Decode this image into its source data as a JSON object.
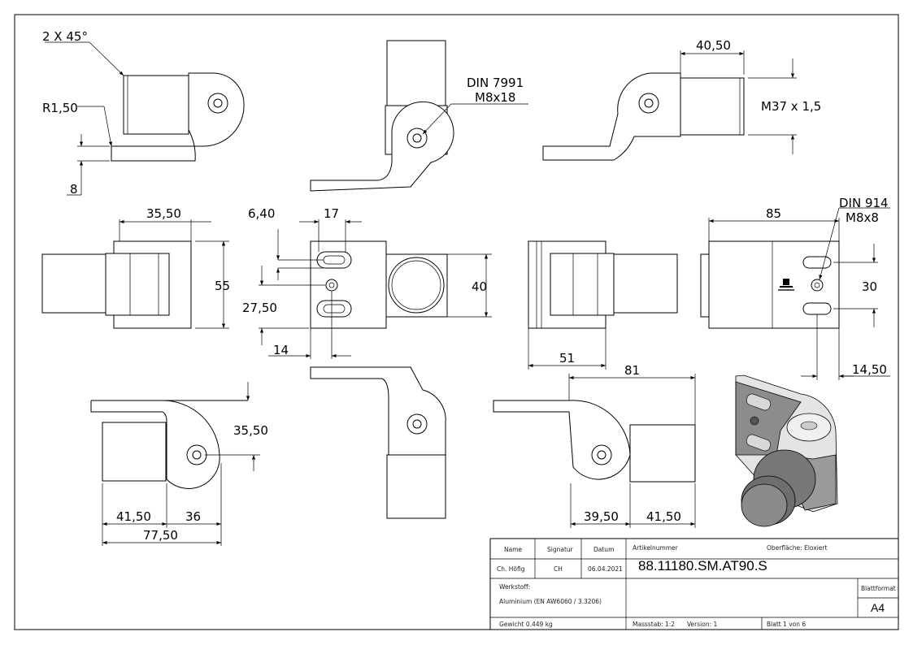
{
  "dimensions": {
    "chamfer": "2 X 45°",
    "radius": "R1,50",
    "plate_thickness": "8",
    "screw_standard": "DIN 7991",
    "screw_size": "M8x18",
    "tube_length": "40,50",
    "thread": "M37 x 1,5",
    "front_offset": "35,50",
    "front_height": "55",
    "slot_width": "6,40",
    "slot_spacing": "17",
    "tube_width": "40",
    "hole_height": "27,50",
    "hole_offset": "14",
    "side_length": "85",
    "grub_standard": "DIN 914",
    "grub_size": "M8x8",
    "slot_distance": "30",
    "side_depth": "51",
    "slot_offset": "14,50",
    "overall_length": "81",
    "bottom_offset": "35,50",
    "bottom_a": "41,50",
    "bottom_b": "36",
    "bottom_total": "77,50",
    "right_a": "39,50",
    "right_b": "41,50"
  },
  "title_block": {
    "name_label": "Name",
    "signature_label": "Signatur",
    "date_label": "Datum",
    "name": "Ch. Höfig",
    "signature": "CH",
    "date": "06.04.2021",
    "article_label": "Artikelnummer",
    "surface": "Oberfläche:  Eloxiert",
    "article_number": "88.11180.SM.AT90.S",
    "material_label": "Werkstoff:",
    "material": "Aluminium (EN AW6060 / 3.3206)",
    "format_label": "Blattformat",
    "format": "A4",
    "weight": "Gewicht 0.449 kg",
    "scale": "Massstab: 1:2",
    "version": "Version: 1",
    "sheet": "Blatt 1 von 6"
  },
  "colors": {
    "line": "#000000",
    "render_body": "#8a8a8a",
    "render_light": "#e6e6e6"
  }
}
